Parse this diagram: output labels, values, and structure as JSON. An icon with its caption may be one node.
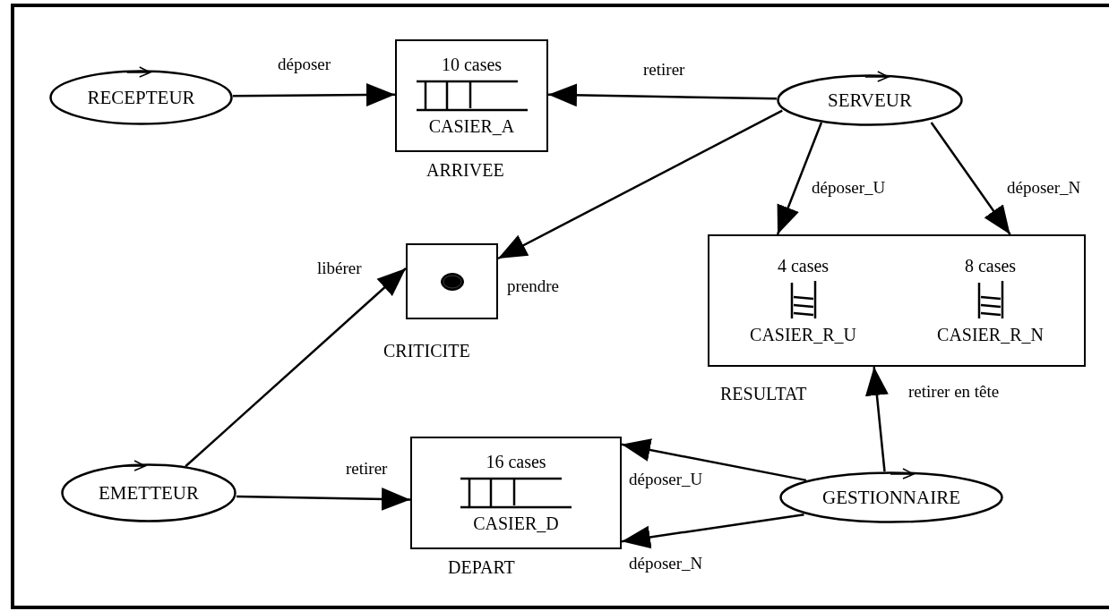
{
  "diagram": {
    "nodes": [
      {
        "text": [
          "RECEPTEUR"
        ]
      },
      {
        "text": [
          "10 cases",
          "CASIER_A"
        ],
        "beside": [
          "ARRIVEE"
        ]
      },
      {
        "text": [
          "SERVEUR"
        ]
      },
      {
        "text": [],
        "shape": "box",
        "beside": [
          "CRITICITE"
        ]
      },
      {
        "text": [
          "4 cases",
          "CASIER_R_U",
          "8 cases",
          "CASIER_R_N"
        ],
        "beside": [
          "RESULTAT"
        ]
      },
      {
        "text": [
          "EMETTEUR"
        ]
      },
      {
        "text": [
          "16 cases",
          "CASIER_D"
        ],
        "beside": [
          "DEPART"
        ]
      },
      {
        "text": [
          "GESTIONNAIRE"
        ]
      }
    ],
    "edges": [
      {
        "from": 0,
        "to": 1,
        "arrow": "to",
        "label": "déposer"
      },
      {
        "from": 2,
        "to": 1,
        "arrow": "to",
        "label": "retirer"
      },
      {
        "from": 2,
        "to": 3,
        "arrow": "to",
        "label": "prendre"
      },
      {
        "from": 2,
        "to": 4,
        "arrow": "to",
        "label": "déposer_U"
      },
      {
        "from": 2,
        "to": 4,
        "arrow": "to",
        "label": "déposer_N"
      },
      {
        "from": 5,
        "to": 3,
        "arrow": "to",
        "label": "libérer"
      },
      {
        "from": 5,
        "to": 6,
        "arrow": "to",
        "label": "retirer"
      },
      {
        "from": 7,
        "to": 4,
        "arrow": "to",
        "label": "retirer en tête"
      },
      {
        "from": 7,
        "to": 6,
        "arrow": "to",
        "label": "déposer_U"
      },
      {
        "from": 7,
        "to": 6,
        "arrow": "to",
        "label": "déposer_N"
      }
    ]
  }
}
